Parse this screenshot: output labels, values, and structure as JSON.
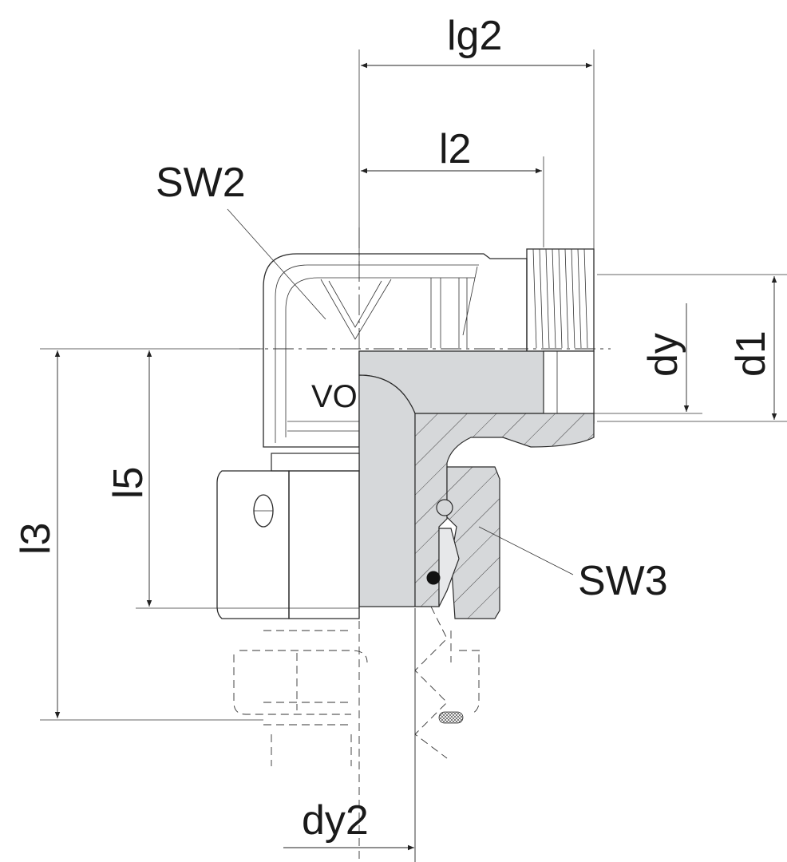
{
  "labels": {
    "lg2": "lg2",
    "l2": "l2",
    "sw2": "SW2",
    "dy": "dy",
    "d1": "d1",
    "l5": "l5",
    "l3": "l3",
    "sw3": "SW3",
    "dy2": "dy2",
    "marking": "VO"
  },
  "colors": {
    "section_fill": "#d6d8da",
    "line": "#2a2a2a"
  }
}
